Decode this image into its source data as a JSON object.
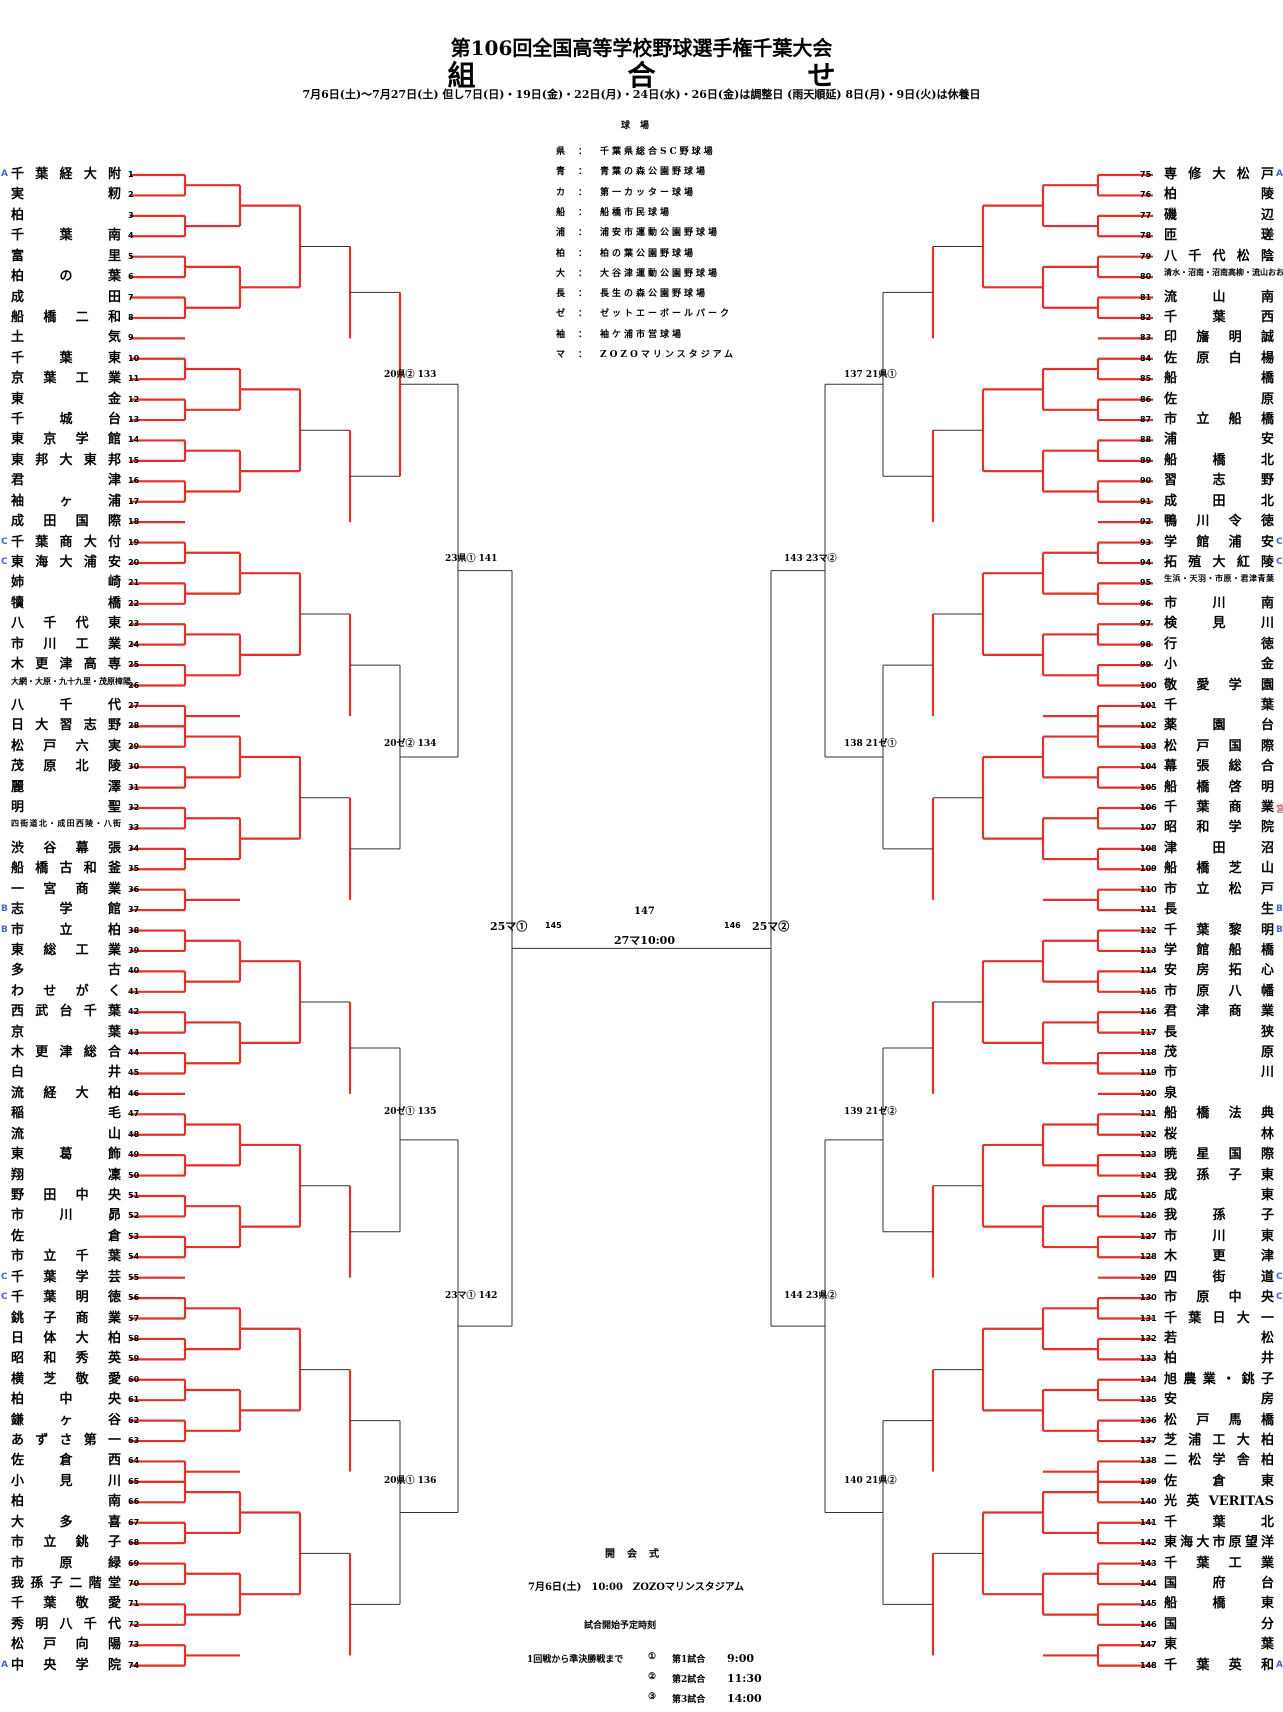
{
  "header": {
    "title": "第106回全国高等学校野球選手権千葉大会",
    "subtitle": "組　合　せ",
    "dates": "7月6日(土)～7月27日(土)  但し7日(日)・19日(金)・22日(月)・24日(水)・26日(金)は調整日 (雨天順延)   8日(月)・9日(火)は休養日"
  },
  "venues": {
    "heading": "球場",
    "items": [
      {
        "abbr": "県",
        "name": "千葉県総合SC野球場"
      },
      {
        "abbr": "青",
        "name": "青葉の森公園野球場"
      },
      {
        "abbr": "カ",
        "name": "第一カッター球場"
      },
      {
        "abbr": "船",
        "name": "船橋市民球場"
      },
      {
        "abbr": "浦",
        "name": "浦安市運動公園野球場"
      },
      {
        "abbr": "柏",
        "name": "柏の葉公園野球場"
      },
      {
        "abbr": "大",
        "name": "大谷津運動公園野球場"
      },
      {
        "abbr": "長",
        "name": "長生の森公園野球場"
      },
      {
        "abbr": "ゼ",
        "name": "ゼットエーボールパーク"
      },
      {
        "abbr": "袖",
        "name": "袖ケ浦市営球場"
      },
      {
        "abbr": "マ",
        "name": "ZOZOマリンスタジアム"
      }
    ]
  },
  "left_teams": [
    "千葉経大附",
    "実籾",
    "柏",
    "千葉南",
    "富里",
    "柏の葉",
    "成田",
    "船橋二和",
    "土気",
    "千葉東",
    "京葉工業",
    "東金",
    "千城台",
    "東京学館",
    "東邦大東邦",
    "君津",
    "袖ヶ浦",
    "成田国際",
    "千葉商大付",
    "東海大浦安",
    "姉崎",
    "犢橋",
    "八千代東",
    "市川工業",
    "木更津高専",
    "大網・大原・九十九里・茂原樟陽",
    "八千代",
    "日大習志野",
    "松戸六実",
    "茂原北陵",
    "麗澤",
    "明聖",
    "四街道北・成田西陵・八街",
    "渋谷幕張",
    "船橋古和釜",
    "一宮商業",
    "志学館",
    "市立柏",
    "東総工業",
    "多古",
    "わせがく",
    "西武台千葉",
    "京葉",
    "木更津総合",
    "白井",
    "流経大柏",
    "稲毛",
    "流山",
    "東葛飾",
    "翔凜",
    "野田中央",
    "市川昴",
    "佐倉",
    "市立千葉",
    "千葉学芸",
    "千葉明徳",
    "銚子商業",
    "日体大柏",
    "昭和秀英",
    "横芝敬愛",
    "柏中央",
    "鎌ヶ谷",
    "あずさ第一",
    "佐倉西",
    "小見川",
    "柏南",
    "大多喜",
    "市立銚子",
    "市原緑",
    "我孫子二階堂",
    "千葉敬愛",
    "秀明八千代",
    "松戸向陽",
    "中央学院"
  ],
  "right_teams": [
    "専修大松戸",
    "柏陵",
    "磯辺",
    "匝瑳",
    "八千代松陰",
    "清水・沼南・沼南高柳・流山おおたかの森",
    "流山南",
    "千葉西",
    "印旛明誠",
    "佐原白楊",
    "船橋",
    "佐原",
    "市立船橋",
    "浦安",
    "船橋北",
    "習志野",
    "成田北",
    "鴨川令徳",
    "学館浦安",
    "拓殖大紅陵",
    "生浜・天羽・市原・君津青葉",
    "市川南",
    "検見川",
    "行徳",
    "小金",
    "敬愛学園",
    "千葉",
    "薬園台",
    "松戸国際",
    "幕張総合",
    "船橋啓明",
    "千葉商業",
    "昭和学院",
    "津田沼",
    "船橋芝山",
    "市立松戸",
    "長生",
    "千葉黎明",
    "学館船橋",
    "安房拓心",
    "市原八幡",
    "君津商業",
    "長狭",
    "茂原",
    "市川",
    "泉",
    "船橋法典",
    "桜林",
    "暁星国際",
    "我孫子東",
    "成東",
    "我孫子",
    "市川東",
    "木更津",
    "四街道",
    "市原中央",
    "千葉日大一",
    "若松",
    "柏井",
    "旭農業・銚子",
    "安房",
    "松戸馬橋",
    "芝浦工大柏",
    "二松学舎柏",
    "佐倉東",
    "光英VERITAS",
    "千葉北",
    "東海大市原望洋",
    "千葉工業",
    "国府台",
    "船橋東",
    "国分",
    "東葉",
    "千葉英和"
  ],
  "zones_left": [
    [
      "A",
      1
    ],
    [
      "C",
      19
    ],
    [
      "C",
      20
    ],
    [
      "B",
      37
    ],
    [
      "B",
      38
    ],
    [
      "C",
      55
    ],
    [
      "C",
      56
    ],
    [
      "A",
      74
    ]
  ],
  "zones_right": [
    [
      "A",
      75
    ],
    [
      "C",
      93
    ],
    [
      "C",
      94
    ],
    [
      "宮",
      106
    ],
    [
      "B",
      111
    ],
    [
      "B",
      112
    ],
    [
      "C",
      129
    ],
    [
      "C",
      130
    ],
    [
      "A",
      148
    ]
  ],
  "semis": {
    "L1": "20県② 133",
    "L2": "20ゼ② 134",
    "L3": "20ゼ① 135",
    "L4": "20県① 136",
    "R1": "137 21県①",
    "R2": "138 21ゼ①",
    "R3": "139 21ゼ②",
    "R4": "140 21県②",
    "Q1": "23県① 141",
    "Q2": "23マ① 142",
    "Q3": "143 23マ②",
    "Q4": "144 23県②",
    "SF_L": "25マ①",
    "SF_L_num": "145",
    "SF_R": "25マ②",
    "SF_R_num": "146",
    "F_num": "147",
    "F_info": "27マ10:00"
  },
  "ceremony": {
    "heading": "開会式",
    "detail": "7月6日(土)　10:00　ZOZOマリンスタジアム",
    "times_heading": "試合開始予定時刻",
    "line1_label": "1回戦から準決勝戦まで",
    "rows": [
      {
        "mark": "①",
        "label": "第1試合",
        "time": "9:00"
      },
      {
        "mark": "②",
        "label": "第2試合",
        "time": "11:30"
      },
      {
        "mark": "③",
        "label": "第3試合",
        "time": "14:00"
      }
    ]
  }
}
